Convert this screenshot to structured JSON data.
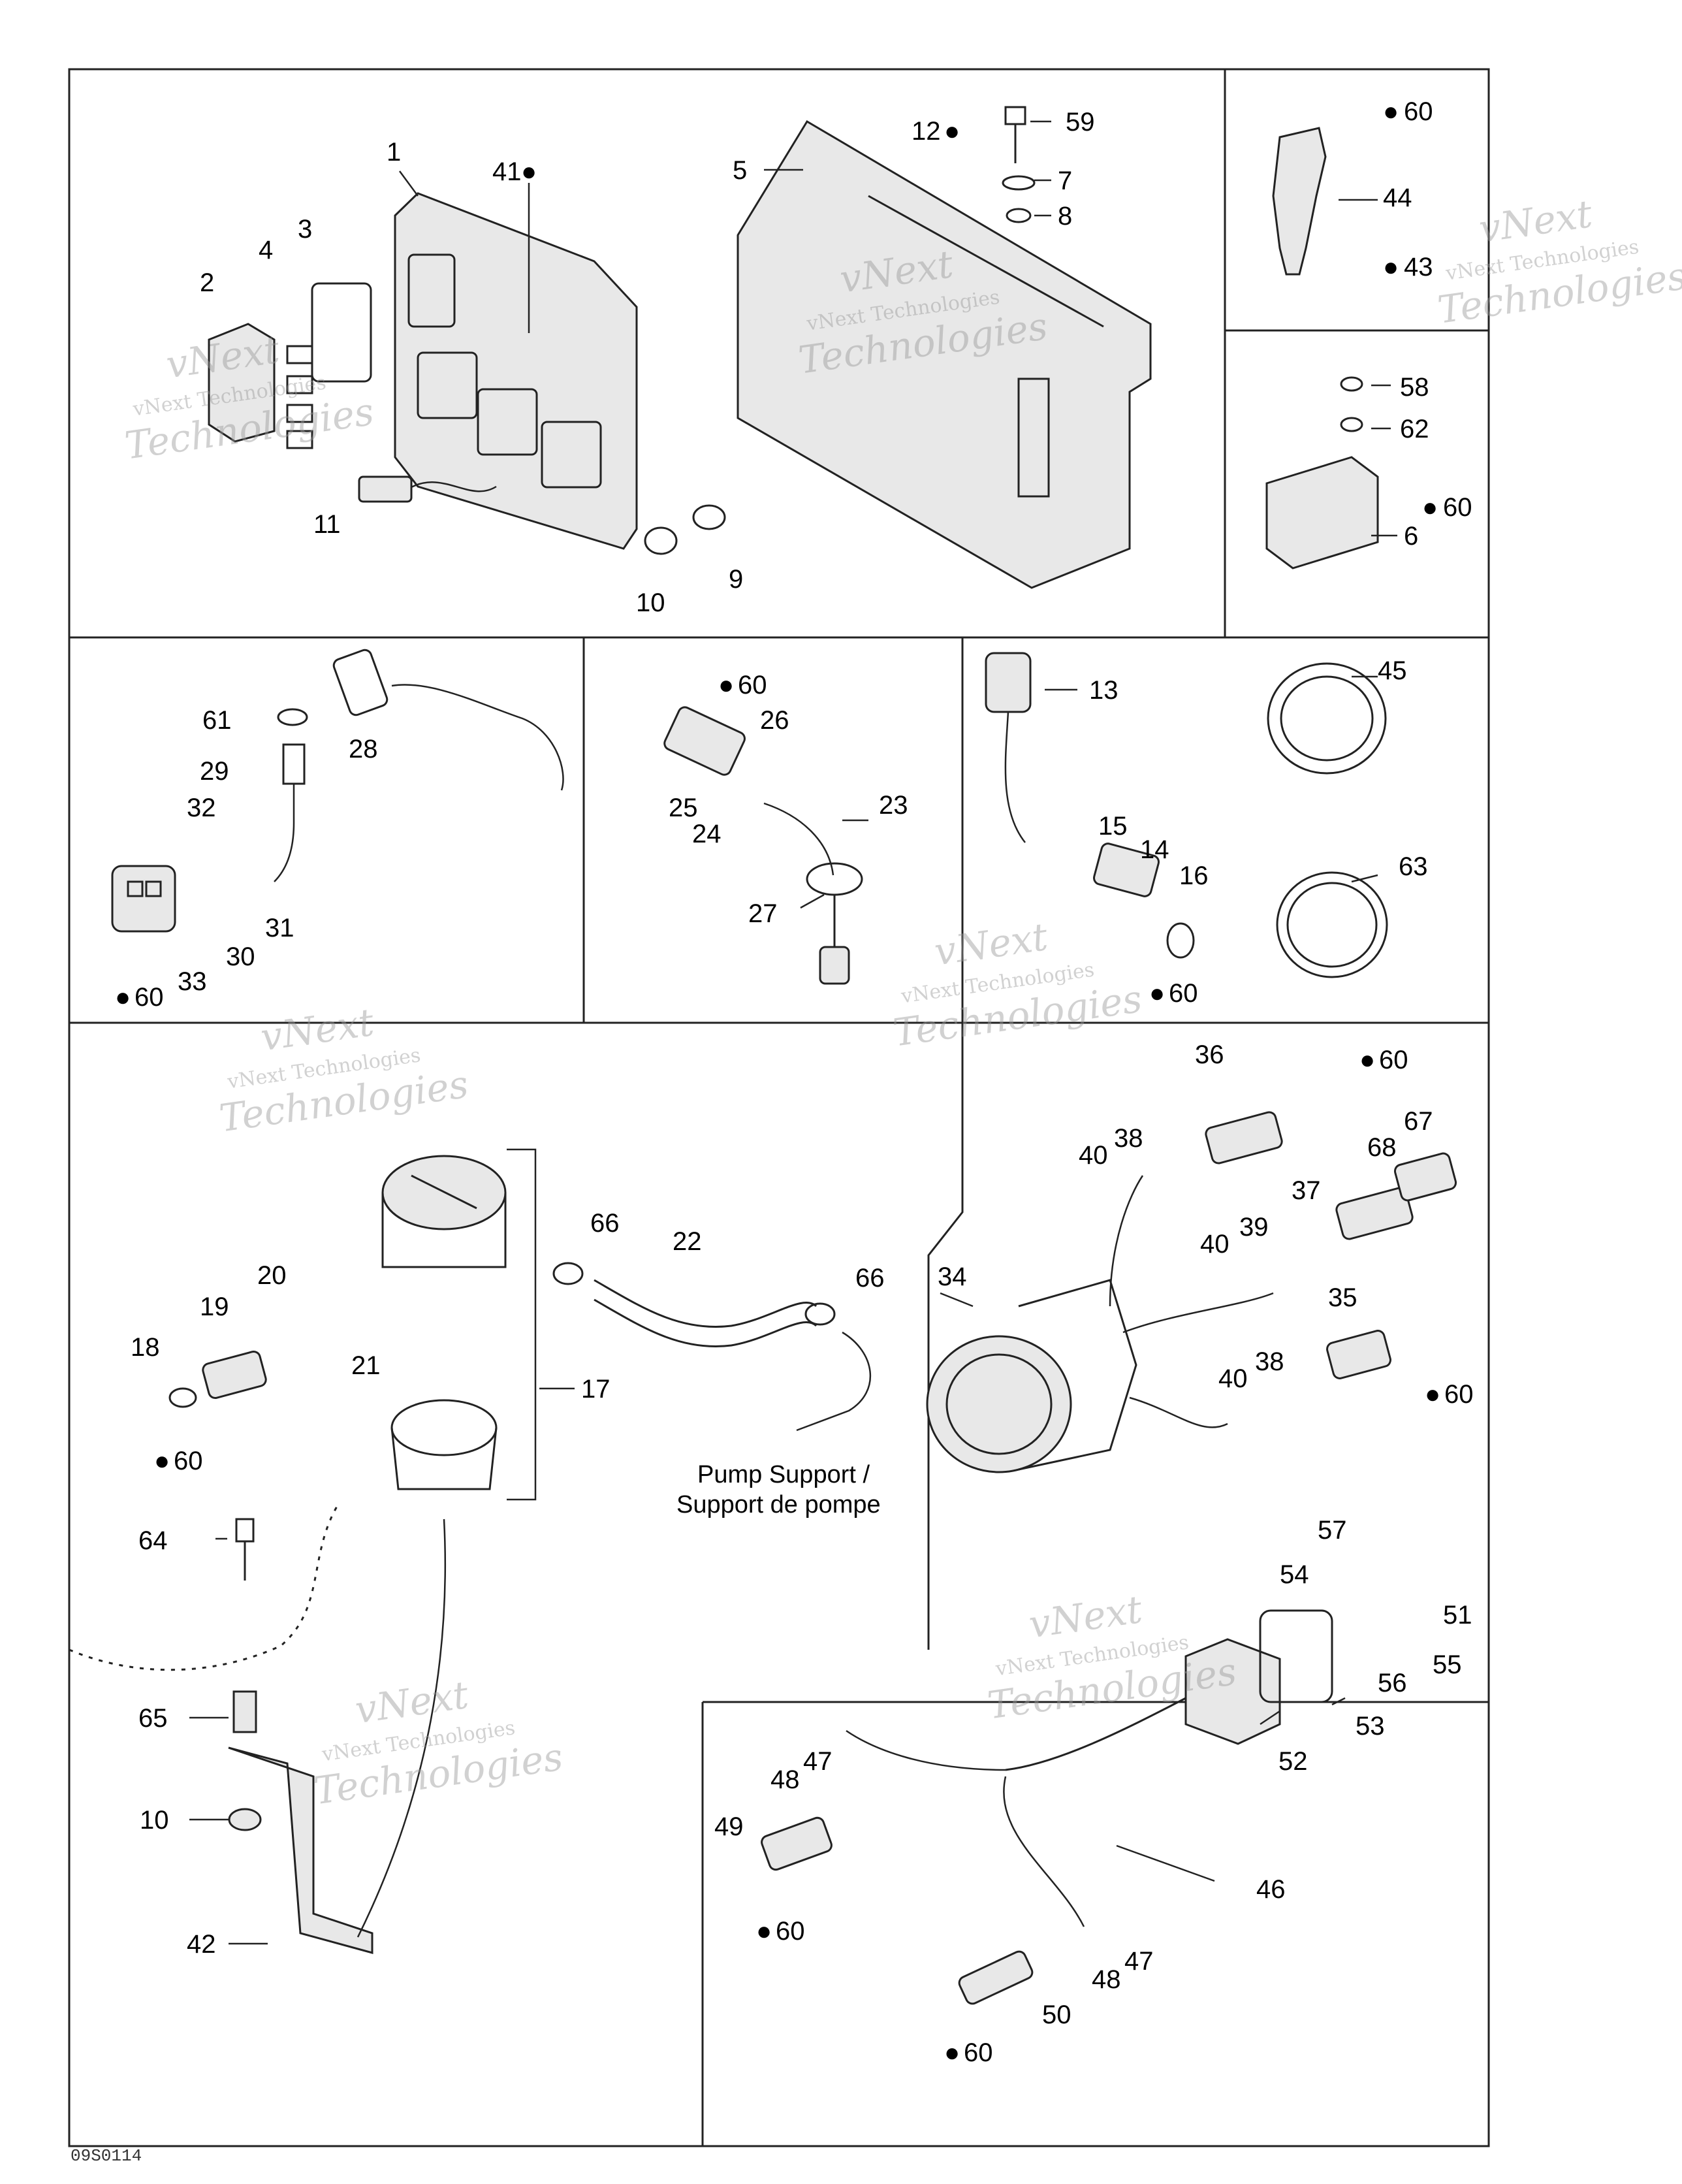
{
  "figure_code": "09S0114",
  "watermark": {
    "line1": "vNext",
    "line2": "vNext Technologies",
    "line3": "Technologies"
  },
  "drop_symbol": "🌢",
  "callouts": [
    {
      "id": "c1",
      "text": "1"
    },
    {
      "id": "c2",
      "text": "2"
    },
    {
      "id": "c3",
      "text": "3"
    },
    {
      "id": "c4",
      "text": "4"
    },
    {
      "id": "c5",
      "text": "5"
    },
    {
      "id": "c6",
      "text": "6"
    },
    {
      "id": "c7",
      "text": "7"
    },
    {
      "id": "c8",
      "text": "8"
    },
    {
      "id": "c9",
      "text": "9"
    },
    {
      "id": "c10a",
      "text": "10"
    },
    {
      "id": "c11",
      "text": "11"
    },
    {
      "id": "c12",
      "text": "12"
    },
    {
      "id": "c41",
      "text": "41"
    },
    {
      "id": "c59",
      "text": "59"
    },
    {
      "id": "c60a",
      "text": "60"
    },
    {
      "id": "c44",
      "text": "44"
    },
    {
      "id": "c43",
      "text": "43"
    },
    {
      "id": "c58",
      "text": "58"
    },
    {
      "id": "c62",
      "text": "62"
    },
    {
      "id": "c60b",
      "text": "60"
    },
    {
      "id": "c61",
      "text": "61"
    },
    {
      "id": "c28",
      "text": "28"
    },
    {
      "id": "c29",
      "text": "29"
    },
    {
      "id": "c32",
      "text": "32"
    },
    {
      "id": "c31",
      "text": "31"
    },
    {
      "id": "c30",
      "text": "30"
    },
    {
      "id": "c33",
      "text": "33"
    },
    {
      "id": "c60c",
      "text": "60"
    },
    {
      "id": "c60d",
      "text": "60"
    },
    {
      "id": "c26",
      "text": "26"
    },
    {
      "id": "c25",
      "text": "25"
    },
    {
      "id": "c24",
      "text": "24"
    },
    {
      "id": "c23",
      "text": "23"
    },
    {
      "id": "c27",
      "text": "27"
    },
    {
      "id": "c13",
      "text": "13"
    },
    {
      "id": "c15",
      "text": "15"
    },
    {
      "id": "c14",
      "text": "14"
    },
    {
      "id": "c16",
      "text": "16"
    },
    {
      "id": "c60e",
      "text": "60"
    },
    {
      "id": "c45",
      "text": "45"
    },
    {
      "id": "c63",
      "text": "63"
    },
    {
      "id": "c60f",
      "text": "60"
    },
    {
      "id": "c36",
      "text": "36"
    },
    {
      "id": "c67",
      "text": "67"
    },
    {
      "id": "c68",
      "text": "68"
    },
    {
      "id": "c38a",
      "text": "38"
    },
    {
      "id": "c40a",
      "text": "40"
    },
    {
      "id": "c37",
      "text": "37"
    },
    {
      "id": "c39",
      "text": "39"
    },
    {
      "id": "c40b",
      "text": "40"
    },
    {
      "id": "c34",
      "text": "34"
    },
    {
      "id": "c35",
      "text": "35"
    },
    {
      "id": "c38b",
      "text": "38"
    },
    {
      "id": "c40c",
      "text": "40"
    },
    {
      "id": "c60g",
      "text": "60"
    },
    {
      "id": "c66a",
      "text": "66"
    },
    {
      "id": "c22",
      "text": "22"
    },
    {
      "id": "c66b",
      "text": "66"
    },
    {
      "id": "c20",
      "text": "20"
    },
    {
      "id": "c19",
      "text": "19"
    },
    {
      "id": "c18",
      "text": "18"
    },
    {
      "id": "c21",
      "text": "21"
    },
    {
      "id": "c17",
      "text": "17"
    },
    {
      "id": "c60h",
      "text": "60"
    },
    {
      "id": "c64",
      "text": "64"
    },
    {
      "id": "c65",
      "text": "65"
    },
    {
      "id": "c10b",
      "text": "10"
    },
    {
      "id": "c42",
      "text": "42"
    },
    {
      "id": "c57",
      "text": "57"
    },
    {
      "id": "c54",
      "text": "54"
    },
    {
      "id": "c51",
      "text": "51"
    },
    {
      "id": "c56",
      "text": "56"
    },
    {
      "id": "c55",
      "text": "55"
    },
    {
      "id": "c53",
      "text": "53"
    },
    {
      "id": "c52",
      "text": "52"
    },
    {
      "id": "c46",
      "text": "46"
    },
    {
      "id": "c47a",
      "text": "47"
    },
    {
      "id": "c48a",
      "text": "48"
    },
    {
      "id": "c49",
      "text": "49"
    },
    {
      "id": "c60i",
      "text": "60"
    },
    {
      "id": "c47b",
      "text": "47"
    },
    {
      "id": "c48b",
      "text": "48"
    },
    {
      "id": "c50",
      "text": "50"
    },
    {
      "id": "c60j",
      "text": "60"
    }
  ],
  "pump_support": {
    "line1": "Pump Support /",
    "line2": "Support de pompe"
  }
}
